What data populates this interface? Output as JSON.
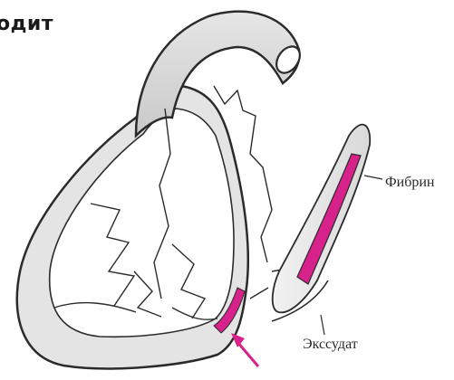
{
  "title": "одит",
  "labels": {
    "fibrin": "Фибрин",
    "exudate": "Экссудат"
  },
  "colors": {
    "outline": "#2b2b2b",
    "tissue_shade": "#d2d2d2",
    "background": "#ffffff",
    "fibrin_accent": "#d6228a"
  },
  "icons": {
    "pointer": "arrow-up-left-icon"
  }
}
